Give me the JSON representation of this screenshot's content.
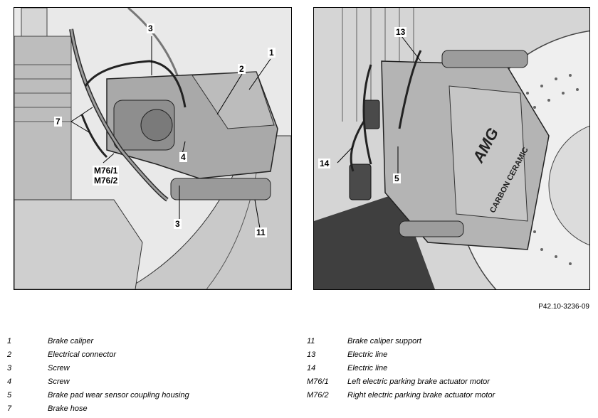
{
  "figure_id": "P42.10-3236-09",
  "left_callouts": [
    "1",
    "2",
    "3",
    "3",
    "4",
    "7",
    "M76/1",
    "M76/2",
    "11"
  ],
  "right_callouts": [
    "13",
    "14",
    "5"
  ],
  "caliper_branding": {
    "logo": "AMG",
    "text": "CARBON CERAMIC"
  },
  "legend": [
    {
      "num": "1",
      "text": "Brake caliper"
    },
    {
      "num": "2",
      "text": "Electrical connector"
    },
    {
      "num": "3",
      "text": "Screw"
    },
    {
      "num": "4",
      "text": "Screw"
    },
    {
      "num": "5",
      "text": "Brake pad wear sensor coupling housing"
    },
    {
      "num": "7",
      "text": "Brake hose"
    },
    {
      "num": "11",
      "text": "Brake caliper support"
    },
    {
      "num": "13",
      "text": "Electric line"
    },
    {
      "num": "14",
      "text": "Electric line"
    },
    {
      "num": "M76/1",
      "text": "Left electric parking brake actuator motor"
    },
    {
      "num": "M76/2",
      "text": "Right electric parking brake actuator motor"
    }
  ]
}
